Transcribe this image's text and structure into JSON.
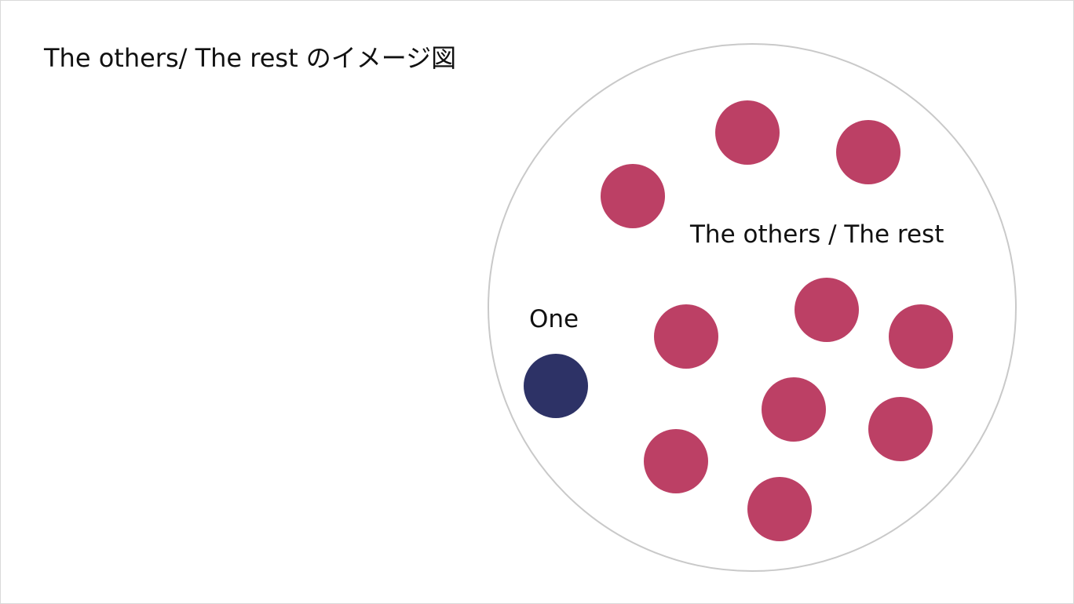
{
  "title": "The others/ The rest のイメージ図",
  "labels": {
    "one": "One",
    "others": "The others / The rest"
  },
  "colors": {
    "others_dot": "#bc4065",
    "one_dot": "#2d3266",
    "group_outline": "#c9c9c9"
  },
  "counts": {
    "others": 10,
    "one": 1
  }
}
